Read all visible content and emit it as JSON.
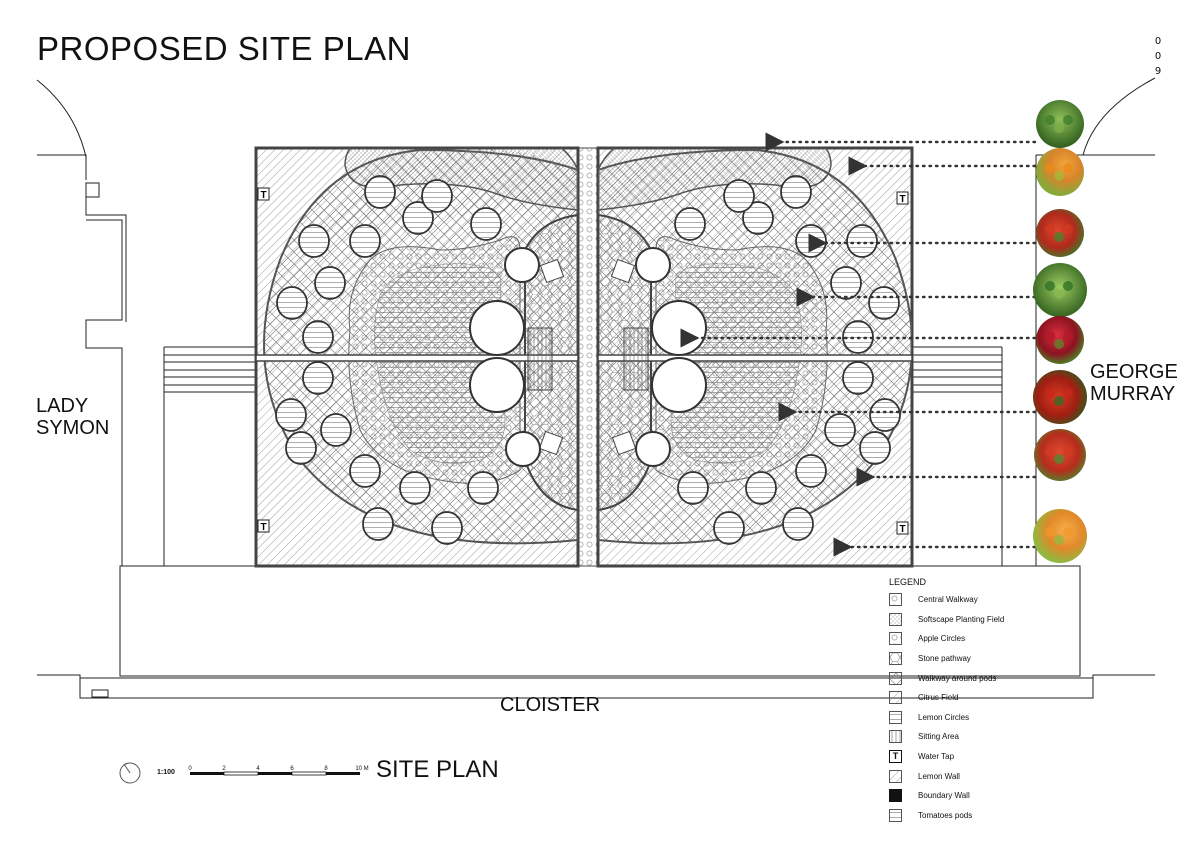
{
  "header": {
    "title": "PROPOSED SITE PLAN",
    "page_number": [
      "0",
      "0",
      "9"
    ]
  },
  "labels": {
    "left_building": "LADY\nSYMON",
    "right_building": "GEORGE\nMURRAY",
    "bottom_building": "CLOISTER"
  },
  "footer": {
    "site_plan_title": "SITE PLAN",
    "scale_ratio": "1:100",
    "scale_ticks": [
      "0",
      "2",
      "4",
      "6",
      "8",
      "10 M"
    ]
  },
  "plan": {
    "water_tap_symbol": "T"
  },
  "legend": {
    "title": "LEGEND",
    "items": [
      {
        "label": "Central Walkway",
        "pattern": "pat-dots-open"
      },
      {
        "label": "Softscape Planting Field",
        "pattern": "pat-stipple"
      },
      {
        "label": "Apple Circles",
        "pattern": "pat-dots-open"
      },
      {
        "label": "Stone pathway",
        "pattern": "pat-hex"
      },
      {
        "label": "Walkway around pods",
        "pattern": "pat-herring"
      },
      {
        "label": "Citrus Field",
        "pattern": "pat-diag"
      },
      {
        "label": "Lemon Circles",
        "pattern": "pat-horiz"
      },
      {
        "label": "Sitting Area",
        "pattern": "pat-vert"
      },
      {
        "label": "Water Tap",
        "pattern": "tap"
      },
      {
        "label": "Lemon Wall",
        "pattern": "pat-diag"
      },
      {
        "label": "Boundary Wall",
        "pattern": "solid"
      },
      {
        "label": "Tomatoes pods",
        "pattern": "pat-horiz"
      }
    ]
  },
  "plant_photos": [
    {
      "name": "basil-photo-icon",
      "colors": [
        "#3f7d2a",
        "#7fb04a"
      ]
    },
    {
      "name": "orange-peppers-photo-icon",
      "colors": [
        "#e98a1a",
        "#9cbc3a"
      ]
    },
    {
      "name": "cherry-tomatoes-photo-icon",
      "colors": [
        "#d23a22",
        "#3f8a2c"
      ]
    },
    {
      "name": "basil-photo-icon",
      "colors": [
        "#2f6d22",
        "#88b84f"
      ]
    },
    {
      "name": "red-apples-photo-icon",
      "colors": [
        "#b5182a",
        "#5b8a2a"
      ]
    },
    {
      "name": "red-peppers-photo-icon",
      "colors": [
        "#c62a1c",
        "#2e6e24"
      ]
    },
    {
      "name": "cherry-tomatoes-photo-icon",
      "colors": [
        "#d13b24",
        "#4a8d30"
      ]
    },
    {
      "name": "orange-peppers-photo-icon",
      "colors": [
        "#f0952a",
        "#8fba40"
      ]
    }
  ]
}
